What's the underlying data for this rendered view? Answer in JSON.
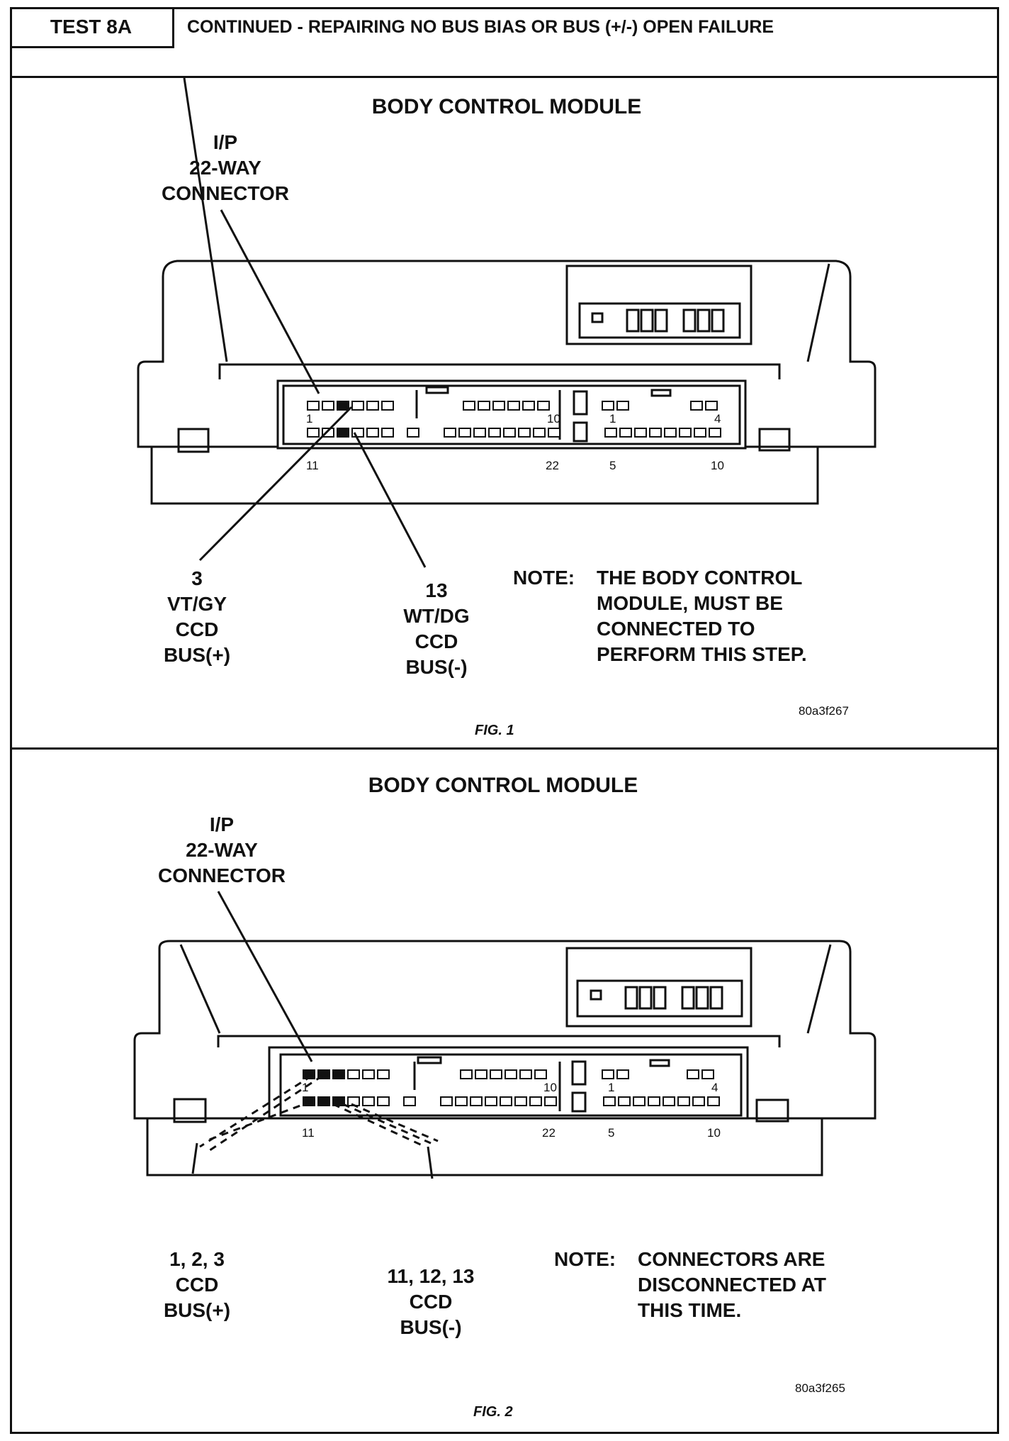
{
  "header": {
    "test_label": "TEST 8A",
    "title": "CONTINUED - REPAIRING NO BUS BIAS OR BUS (+/-) OPEN FAILURE"
  },
  "figures": [
    {
      "title": "BODY CONTROL MODULE",
      "connector_label": [
        "I/P",
        "22-WAY",
        "CONNECTOR"
      ],
      "pin_numbers": [
        "1",
        "10",
        "11",
        "22",
        "1",
        "4",
        "5",
        "10"
      ],
      "callout_left": [
        "3",
        "VT/GY",
        "CCD",
        "BUS(+)"
      ],
      "callout_right": [
        "13",
        "WT/DG",
        "CCD",
        "BUS(-)"
      ],
      "note_label": "NOTE:",
      "note_lines": [
        "THE BODY CONTROL",
        "MODULE, MUST BE",
        "CONNECTED TO",
        "PERFORM THIS STEP."
      ],
      "image_id": "80a3f267",
      "caption": "FIG. 1"
    },
    {
      "title": "BODY CONTROL MODULE",
      "connector_label": [
        "I/P",
        "22-WAY",
        "CONNECTOR"
      ],
      "pin_numbers": [
        "1",
        "10",
        "11",
        "22",
        "1",
        "4",
        "5",
        "10"
      ],
      "callout_left": [
        "1, 2, 3",
        "CCD",
        "BUS(+)"
      ],
      "callout_right": [
        "11, 12, 13",
        "CCD",
        "BUS(-)"
      ],
      "note_label": "NOTE:",
      "note_lines": [
        "CONNECTORS ARE",
        "DISCONNECTED AT",
        "THIS TIME."
      ],
      "image_id": "80a3f265",
      "caption": "FIG. 2"
    }
  ]
}
